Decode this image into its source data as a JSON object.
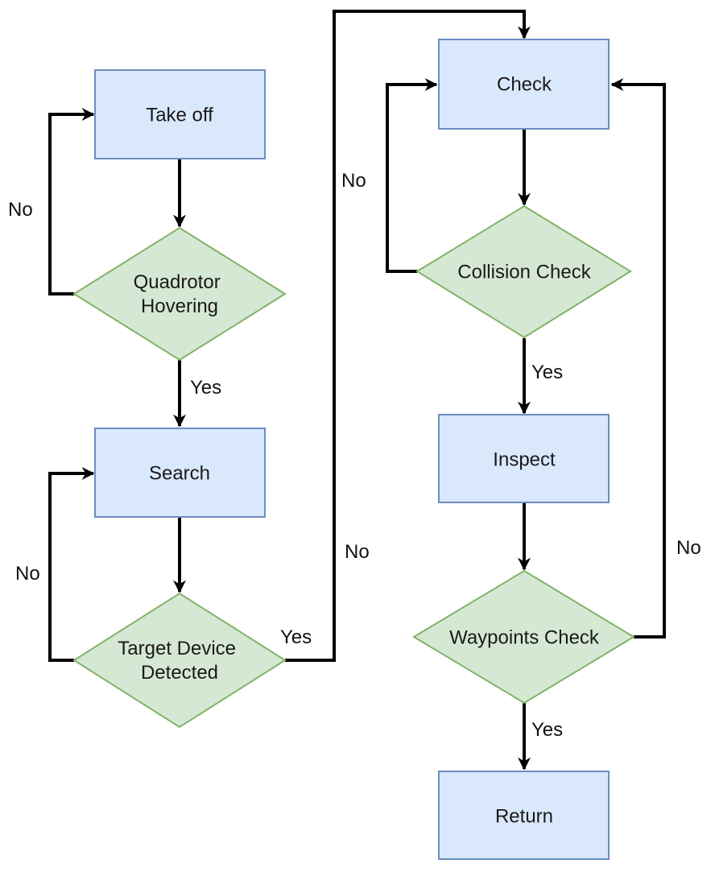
{
  "nodes": {
    "take_off": "Take off",
    "quadrotor_hovering": [
      "Quadrotor",
      "Hovering"
    ],
    "search": "Search",
    "target_device_detected": [
      "Target Device",
      "Detected"
    ],
    "check": "Check",
    "collision_check": "Collision Check",
    "inspect": "Inspect",
    "waypoints_check": "Waypoints Check",
    "return": "Return"
  },
  "edges": {
    "hovering_no": "No",
    "hovering_yes": "Yes",
    "target_no": "No",
    "target_yes": "Yes",
    "collision_no": "No",
    "collision_yes": "Yes",
    "waypoints_no": "No",
    "waypoints_yes": "Yes"
  },
  "colors": {
    "process_fill": "#dae8fc",
    "process_stroke": "#6c8ebf",
    "decision_fill": "#d5e8d4",
    "decision_stroke": "#82b366",
    "connector": "#000000"
  }
}
